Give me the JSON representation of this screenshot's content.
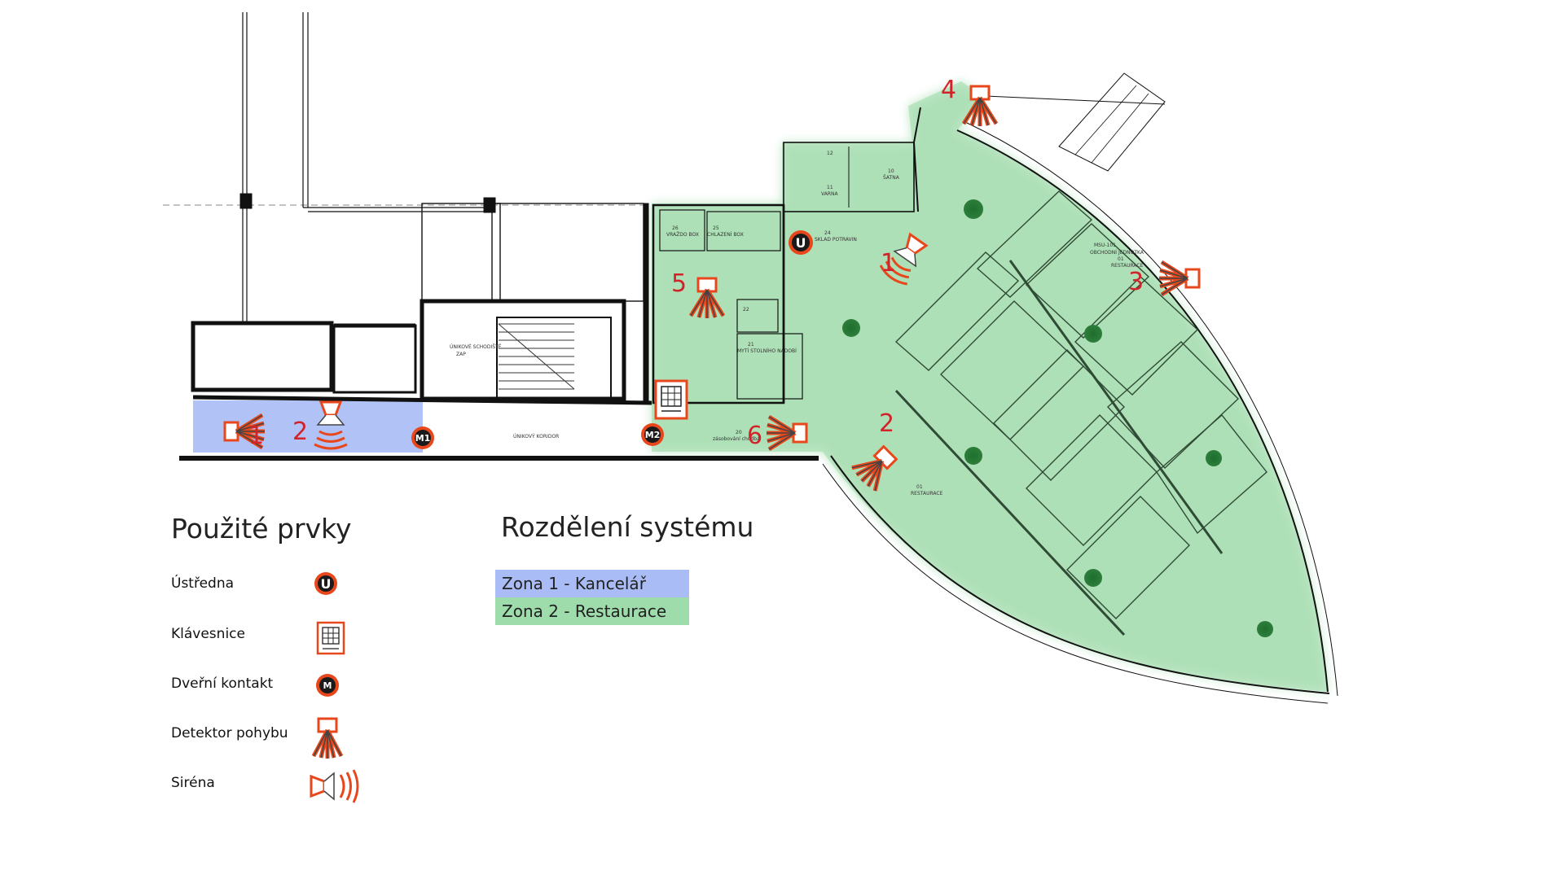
{
  "legend": {
    "title": "Použité prvky",
    "items": [
      {
        "label": "Ústředna",
        "icon": "control-panel-icon"
      },
      {
        "label": "Klávesnice",
        "icon": "keypad-icon"
      },
      {
        "label": "Dveřní kontakt",
        "icon": "door-contact-icon"
      },
      {
        "label": "Detektor pohybu",
        "icon": "motion-detector-icon"
      },
      {
        "label": "Siréna",
        "icon": "siren-icon"
      }
    ]
  },
  "zones": {
    "title": "Rozdělení systému",
    "items": [
      {
        "label": "Zona 1 - Kancelář",
        "color": "#a9bcf5"
      },
      {
        "label": "Zona 2 - Restaurace",
        "color": "#9fdcab"
      }
    ]
  },
  "plan": {
    "control_panel": "U",
    "door_contacts": [
      "M1",
      "M2"
    ],
    "detectors": [
      "1",
      "2",
      "3",
      "4",
      "5",
      "6"
    ],
    "sirens": [
      "1",
      "2"
    ],
    "room_texts": {
      "unit": "MSU-101",
      "unit_sub": "OBCHODNÍ JEDNOTKA",
      "restaurant_code": "01",
      "restaurant": "RESTAURACE",
      "corridor": "ÚNIKOVÝ KORIDOR",
      "stairs": "ÚNIKOVÉ SCHODIŠTĚ",
      "stairs_sub": "ZAP",
      "storage_code": "24",
      "storage": "SKLAD POTRAVIN",
      "wash_code": "21",
      "wash": "MYTÍ STOLNÍHO NÁDOBÍ",
      "room20_code": "20",
      "room20": "zásobování chodba",
      "room12": "12",
      "room11": "11",
      "room11_label": "VARNA",
      "room10": "10",
      "room10_label": "ŠATNA",
      "room26": "26",
      "room26_label": "VRAŽDO BOX",
      "room25": "25",
      "room25_label": "CHLAZENÍ BOX",
      "room22": "22"
    }
  },
  "colors": {
    "zone1": "#a9bcf5",
    "zone2": "#9fdcab",
    "accent": "#e8471c",
    "numbers": "#d2232a"
  }
}
